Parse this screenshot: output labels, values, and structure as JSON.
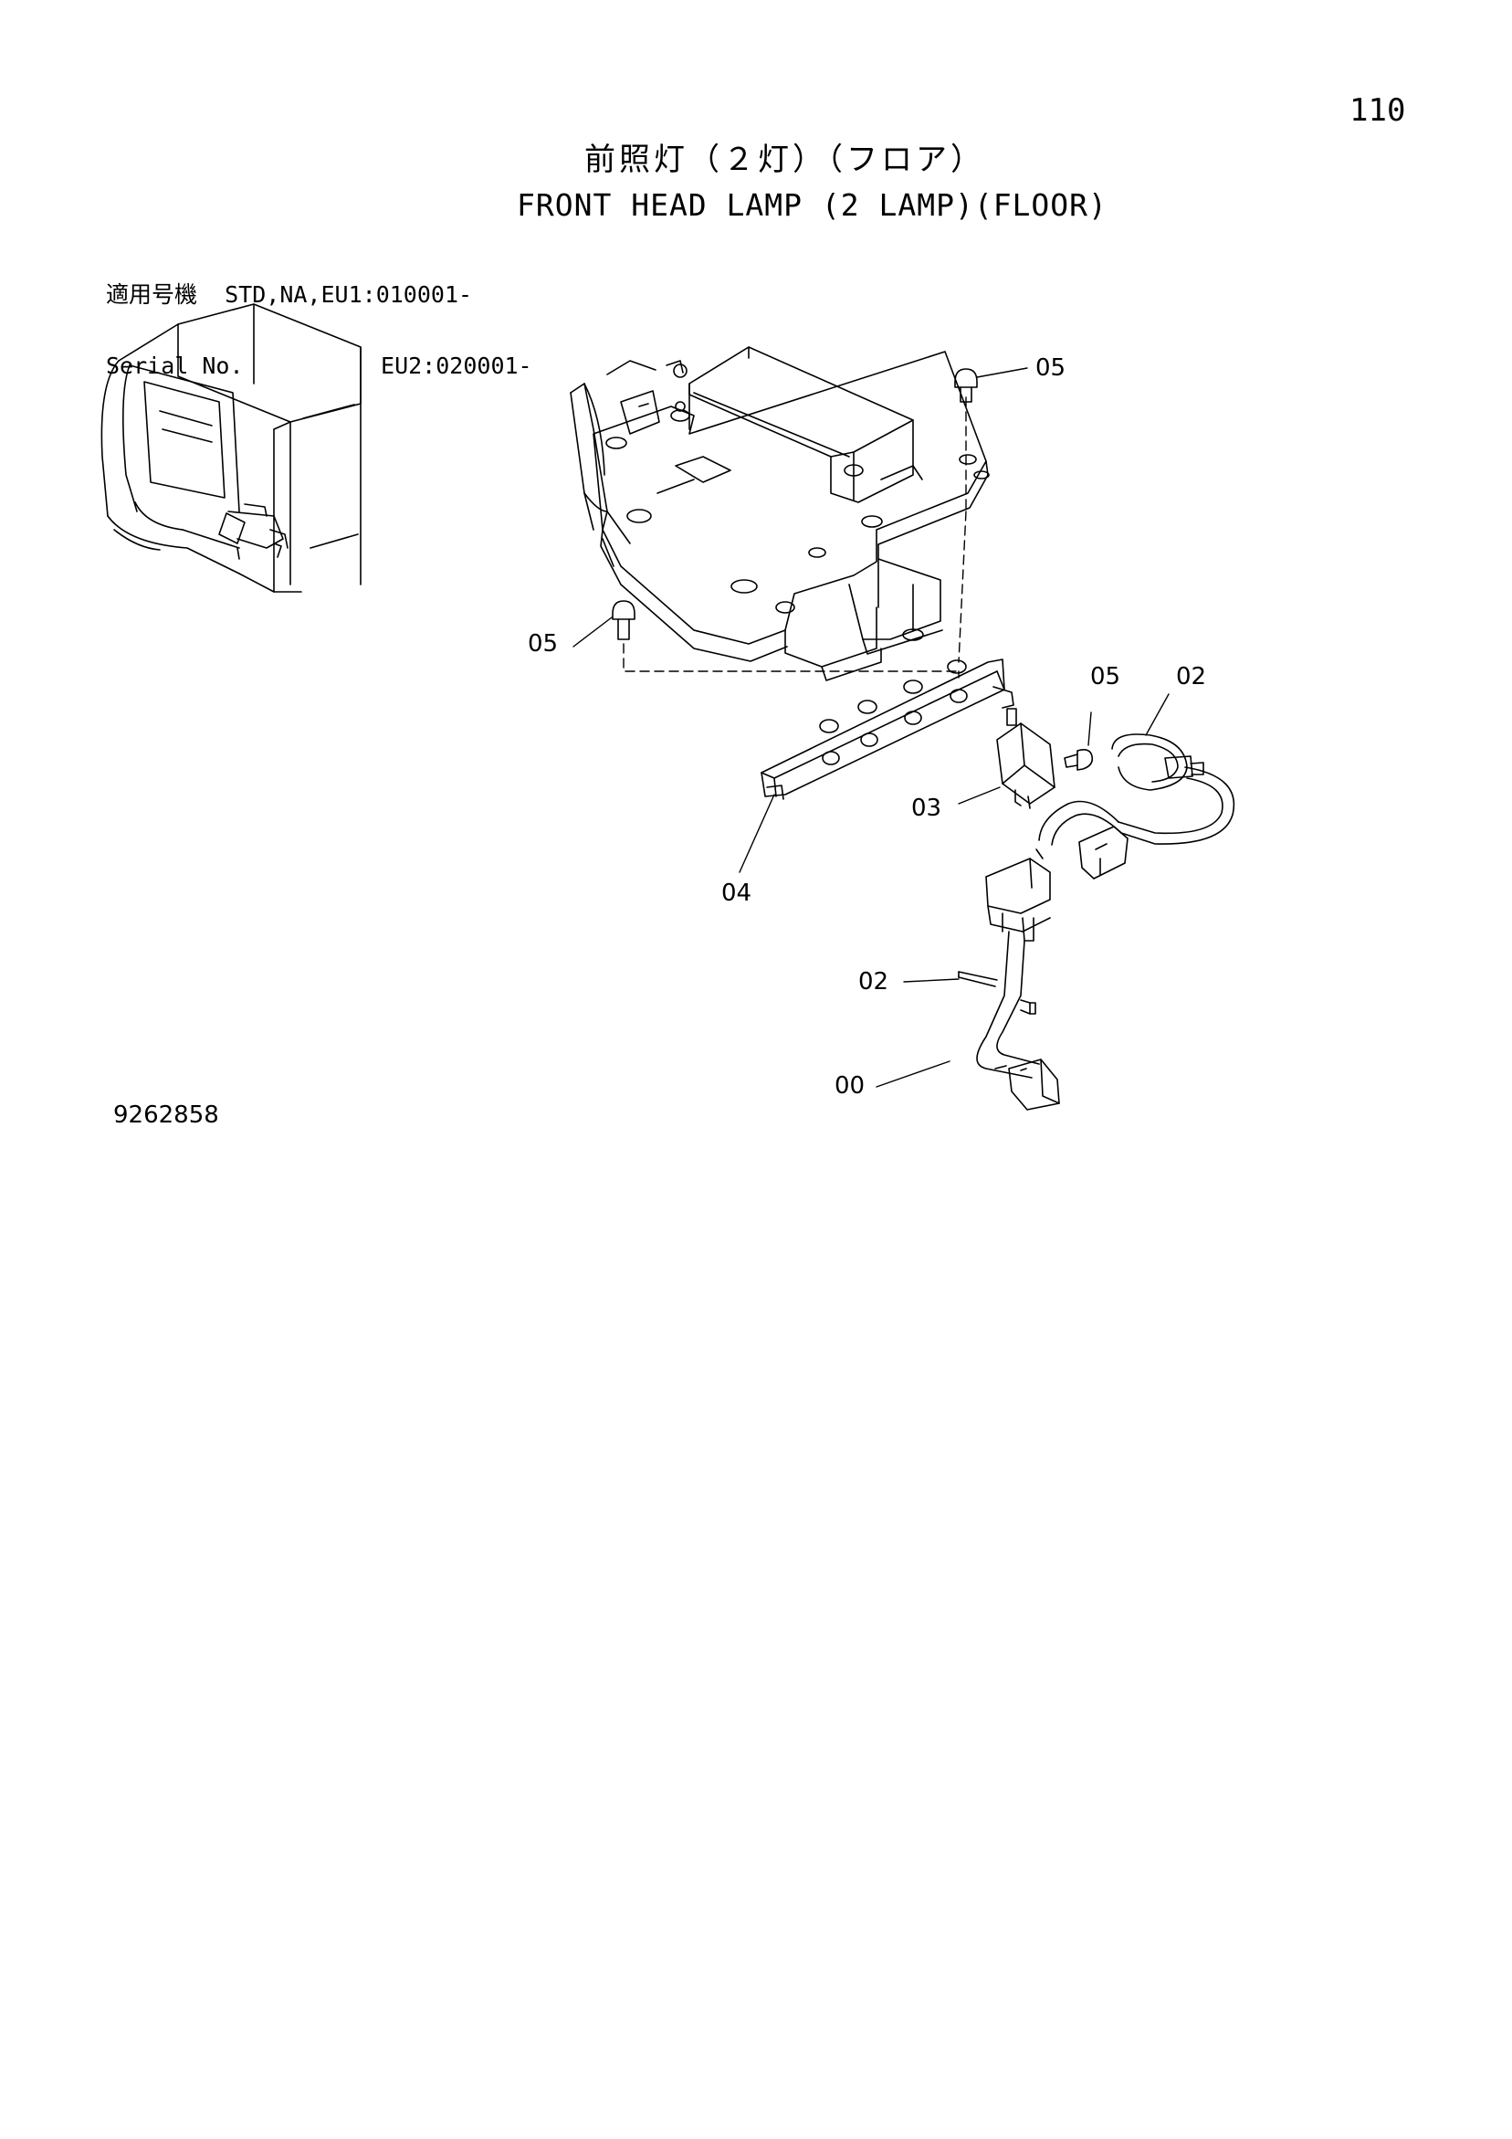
{
  "header": {
    "page_number": "110",
    "title_jp": "前照灯（２灯）（フロア）",
    "title_en": "FRONT HEAD LAMP (2 LAMP)(FLOOR)"
  },
  "serial": {
    "label_jp": "適用号機",
    "label_en": "Serial No.",
    "range_1": "STD,NA,EU1:010001-",
    "range_2": "EU2:020001-"
  },
  "footer": {
    "document_id": "9262858"
  },
  "callouts": [
    {
      "id": "05"
    },
    {
      "id": "05"
    },
    {
      "id": "05"
    },
    {
      "id": "02"
    },
    {
      "id": "03"
    },
    {
      "id": "04"
    },
    {
      "id": "02"
    },
    {
      "id": "00"
    }
  ],
  "colors": {
    "line": "#000000",
    "background": "#ffffff"
  }
}
